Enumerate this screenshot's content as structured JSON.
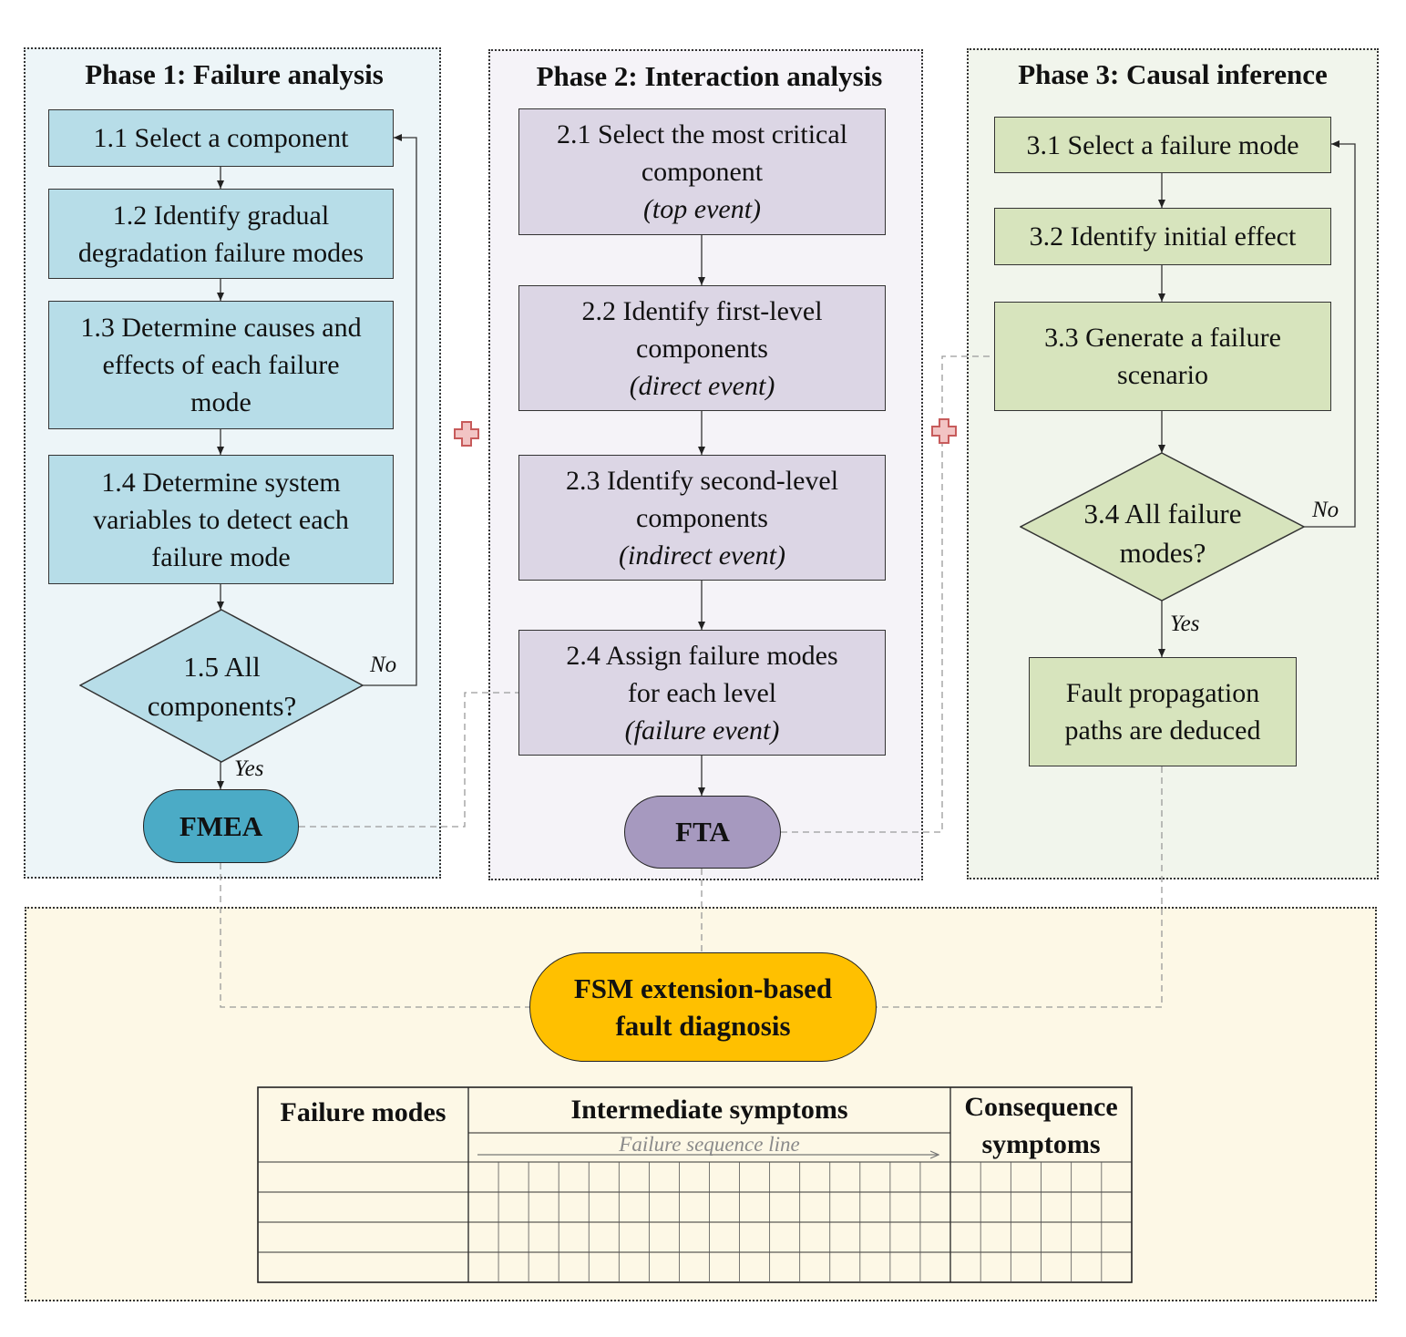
{
  "phases": [
    {
      "title": "Phase 1: Failure analysis"
    },
    {
      "title": "Phase 2: Interaction analysis"
    },
    {
      "title": "Phase 3: Causal inference"
    }
  ],
  "phase1": {
    "s11": "1.1 Select a component",
    "s12": [
      "1.2 Identify gradual",
      "degradation failure modes"
    ],
    "s13": [
      "1.3 Determine causes and",
      "effects of each failure",
      "mode"
    ],
    "s14": [
      "1.4 Determine system",
      "variables to detect each",
      "failure mode"
    ],
    "s15": [
      "1.5 All",
      "components?"
    ],
    "no": "No",
    "yes": "Yes",
    "terminal": "FMEA",
    "accent": "#4babc6"
  },
  "phase2": {
    "s21": [
      "2.1 Select the most critical",
      "component",
      "(top event)"
    ],
    "s22": [
      "2.2 Identify first-level",
      "components",
      "(direct event)"
    ],
    "s23": [
      "2.3 Identify second-level",
      "components",
      "(indirect event)"
    ],
    "s24": [
      "2.4 Assign failure modes",
      "for each level",
      "(failure event)"
    ],
    "terminal": "FTA",
    "accent": "#a699bf"
  },
  "phase3": {
    "s31": "3.1 Select a failure mode",
    "s32": "3.2 Identify initial effect",
    "s33": [
      "3.3 Generate a failure",
      "scenario"
    ],
    "s34": [
      "3.4 All failure",
      "modes?"
    ],
    "no": "No",
    "yes": "Yes",
    "result": [
      "Fault propagation",
      "paths are deduced"
    ]
  },
  "fsm": {
    "title": [
      "FSM extension-based",
      "fault diagnosis"
    ],
    "accent": "#ffc000",
    "headers": {
      "failure_modes": "Failure modes",
      "intermediate": "Intermediate symptoms",
      "consequence": [
        "Consequence",
        "symptoms"
      ]
    },
    "sequence_line": "Failure sequence line"
  }
}
